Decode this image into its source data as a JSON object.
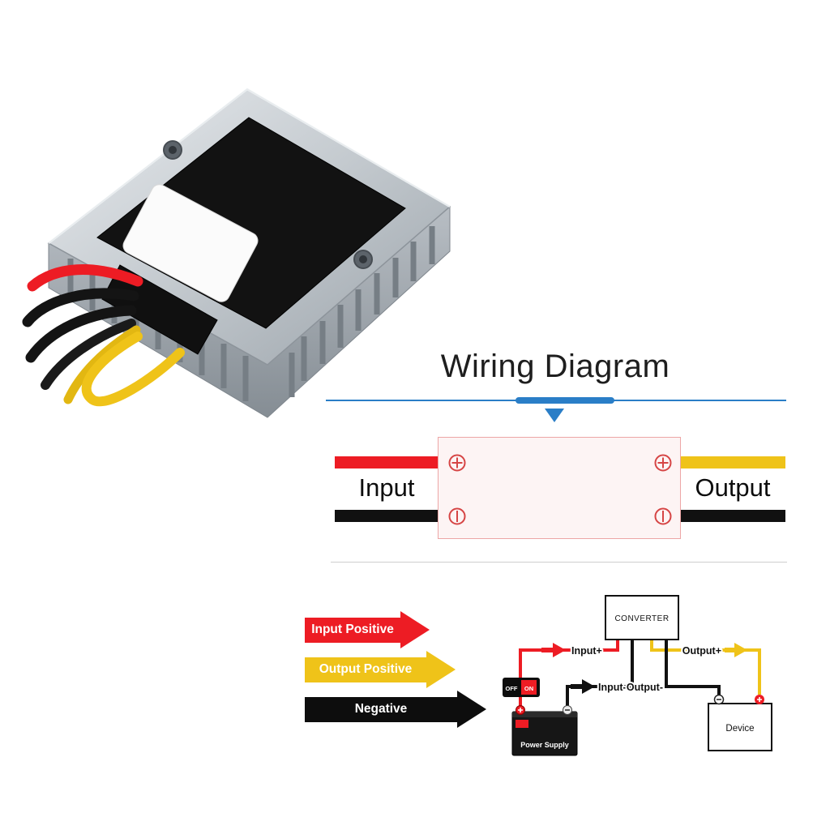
{
  "title": "Wiring Diagram",
  "diagram": {
    "input_label": "Input",
    "output_label": "Output"
  },
  "legend": [
    {
      "label": "Input Positive"
    },
    {
      "label": "Output Positive"
    },
    {
      "label": "Negative"
    }
  ],
  "schematic": {
    "converter": "CONVERTER",
    "labels": {
      "input_plus": "Input+",
      "input_minus": "Input-",
      "output_plus": "Output+",
      "output_minus": "Output-"
    },
    "power_supply": "Power Supply",
    "device": "Device",
    "switch": {
      "off": "OFF",
      "on": "ON"
    }
  },
  "colors": {
    "red": "#ed1c24",
    "yellow": "#efc319",
    "black": "#111111",
    "blue": "#2a7ec7",
    "box_fill": "#fdf4f4",
    "box_border": "#eda6a6"
  }
}
